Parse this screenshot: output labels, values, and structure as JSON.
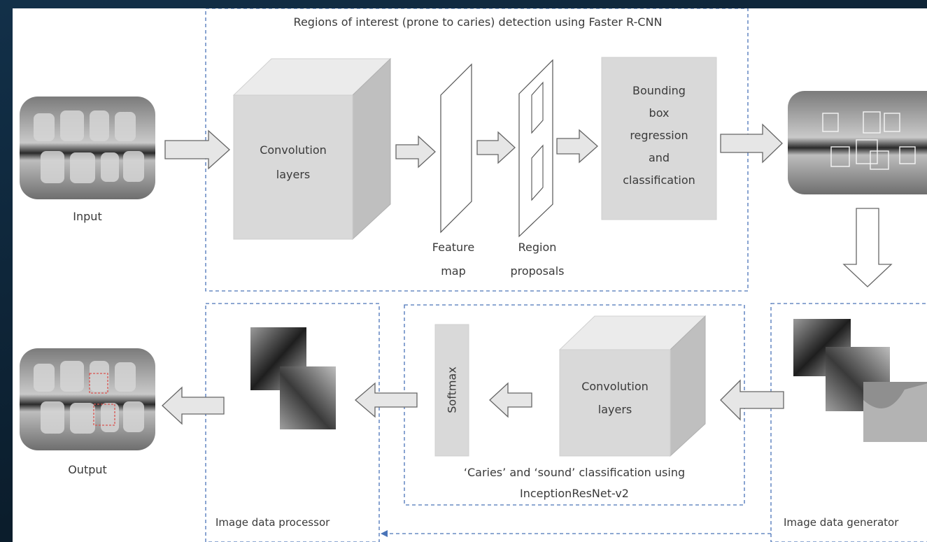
{
  "frcnn": {
    "title": "Regions of interest (prone to caries) detection using Faster R-CNN",
    "conv_label_1": "Convolution",
    "conv_label_2": "layers",
    "feature_map_1": "Feature",
    "feature_map_2": "map",
    "region_1": "Region",
    "region_2": "proposals",
    "bbox_1": "Bounding",
    "bbox_2": "box",
    "bbox_3": "regression",
    "bbox_4": "and",
    "bbox_5": "classification"
  },
  "io": {
    "input_label": "Input",
    "output_label": "Output"
  },
  "classifier": {
    "softmax_label": "Softmax",
    "conv_label_1": "Convolution",
    "conv_label_2": "layers",
    "caption_1": "‘Caries’ and ‘sound’ classification using",
    "caption_2": "InceptionResNet-v2"
  },
  "processor": {
    "label": "Image data processor"
  },
  "generator": {
    "label": "Image data generator"
  },
  "colors": {
    "frame_bg": "#0d2436",
    "dash_blue": "#4a74b8",
    "block_gray": "#d9d9d9",
    "arrow_fill": "#e6e6e6",
    "arrow_stroke": "#666666",
    "text": "#3a3a3a"
  }
}
